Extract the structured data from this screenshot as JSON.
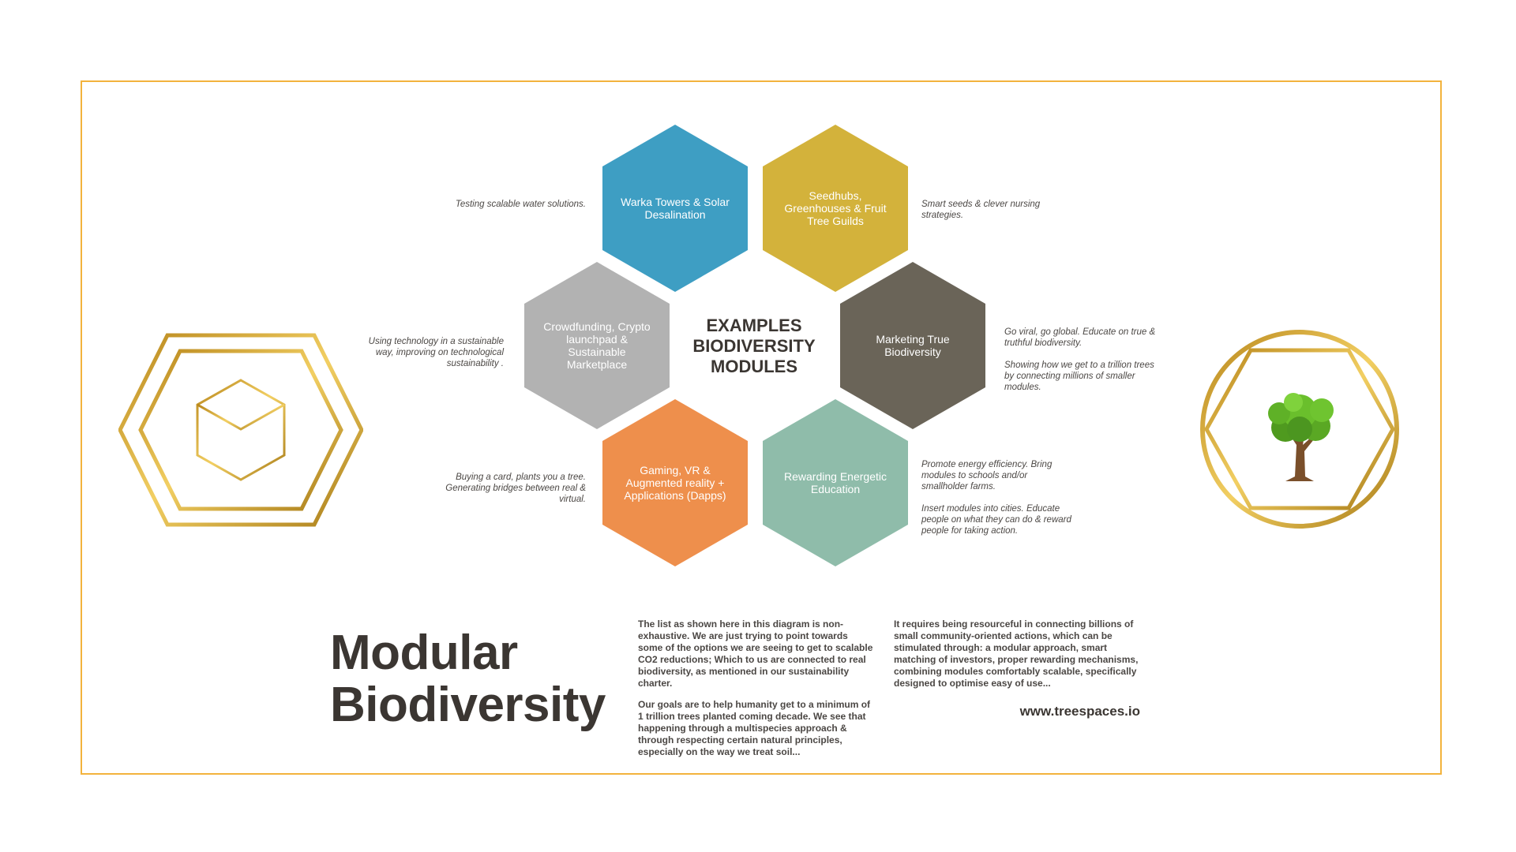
{
  "colors": {
    "frame": "#f3b33d",
    "gold": "#d4a82a",
    "hex_blue": "#3e9ec3",
    "hex_yellow": "#d3b23b",
    "hex_grey": "#b2b2b2",
    "hex_dark": "#6a6458",
    "hex_orange": "#ee8f4c",
    "hex_teal": "#8fbcaa"
  },
  "center_title": [
    "EXAMPLES",
    "BIODIVERSITY",
    "MODULES"
  ],
  "modules": [
    {
      "label": "Warka Towers & Solar Desalination",
      "color": "#3e9ec3"
    },
    {
      "label": "Seedhubs, Greenhouses & Fruit Tree Guilds",
      "color": "#d3b23b"
    },
    {
      "label": "Crowdfunding, Crypto launchpad & Sustainable Marketplace",
      "color": "#b2b2b2"
    },
    {
      "label": "Marketing True Biodiversity",
      "color": "#6a6458"
    },
    {
      "label": "Gaming, VR & Augmented reality + Applications (Dapps)",
      "color": "#ee8f4c"
    },
    {
      "label": "Rewarding Energetic Education",
      "color": "#8fbcaa"
    }
  ],
  "notes": {
    "water": [
      "Testing scalable water solutions."
    ],
    "seeds": [
      "Smart seeds & clever nursing strategies."
    ],
    "crowdfunding": [
      "Using technology in a sustainable way, improving on technological sustainability ."
    ],
    "marketing": [
      "Go viral, go global. Educate on true & truthful biodiversity.",
      "Showing how we get to a trillion trees by connecting millions of smaller modules."
    ],
    "gaming": [
      "Buying a card, plants you a tree. Generating  bridges between real & virtual."
    ],
    "education": [
      "Promote energy efficiency. Bring modules to schools and/or smallholder farms.",
      "Insert modules into cities. Educate people on what they can do & reward people for taking action."
    ]
  },
  "title_lines": [
    "Modular",
    "Biodiversity"
  ],
  "body_left": [
    "The list as shown here in this diagram is non-exhaustive. We are just trying to point towards some of the options we are seeing to get to scalable CO2 reductions; Which to us are connected to real biodiversity, as mentioned in our sustainability charter.",
    "Our goals are to help humanity get to a minimum of 1 trillion trees planted coming decade. We see that happening through a multispecies approach & through respecting certain natural principles, especially on the way we treat soil..."
  ],
  "body_right": [
    "It requires being resourceful in connecting billions of small community-oriented actions, which can be stimulated through: a modular approach, smart matching of investors, proper rewarding mechanisms, combining modules comfortably scalable, specifically designed to optimise easy of use..."
  ],
  "website": "www.treespaces.io",
  "icons": {
    "left": "gold-hexagon-cube-icon",
    "right": "gold-circle-hexagon-tree-icon"
  }
}
